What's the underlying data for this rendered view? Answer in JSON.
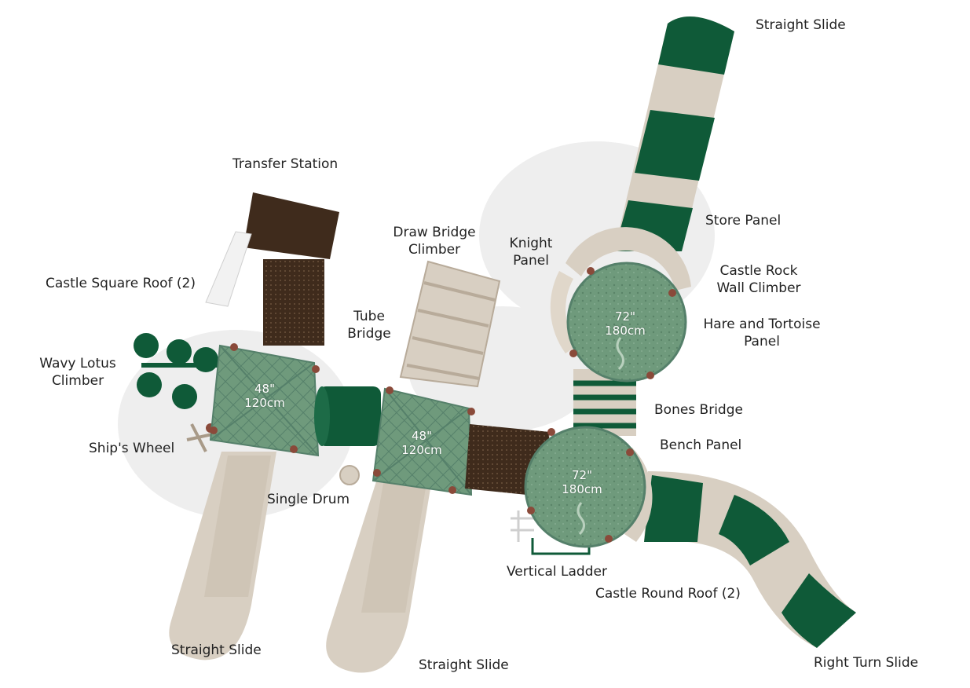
{
  "colors": {
    "green_dark": "#0f5a38",
    "green_deck": "#6f9a7c",
    "green_deck_dark": "#55806a",
    "tan": "#d8cfc2",
    "tan_dark": "#b8ab9a",
    "brown": "#3f2b1c",
    "rust": "#8a4a3a",
    "shadow": "#ebebeb"
  },
  "labels": {
    "straight_slide_top": "Straight Slide",
    "transfer_station": "Transfer Station",
    "draw_bridge_1": "Draw Bridge",
    "draw_bridge_2": "Climber",
    "knight_1": "Knight",
    "knight_2": "Panel",
    "store_panel": "Store Panel",
    "castle_rock_1": "Castle Rock",
    "castle_rock_2": "Wall Climber",
    "castle_square_roof": "Castle Square Roof (2)",
    "tube_bridge_1": "Tube",
    "tube_bridge_2": "Bridge",
    "hare_1": "Hare and Tortoise",
    "hare_2": "Panel",
    "wavy_lotus_1": "Wavy Lotus",
    "wavy_lotus_2": "Climber",
    "bones_bridge": "Bones Bridge",
    "bench_panel": "Bench Panel",
    "ships_wheel": "Ship's Wheel",
    "single_drum": "Single Drum",
    "vertical_ladder": "Vertical Ladder",
    "castle_round_roof": "Castle Round Roof (2)",
    "straight_slide_left": "Straight Slide",
    "straight_slide_mid": "Straight Slide",
    "right_turn_slide": "Right Turn Slide"
  },
  "dimensions": {
    "square_1": {
      "in": "48\"",
      "cm": "120cm"
    },
    "square_2": {
      "in": "48\"",
      "cm": "120cm"
    },
    "round_1": {
      "in": "72\"",
      "cm": "180cm"
    },
    "round_2": {
      "in": "72\"",
      "cm": "180cm"
    }
  }
}
